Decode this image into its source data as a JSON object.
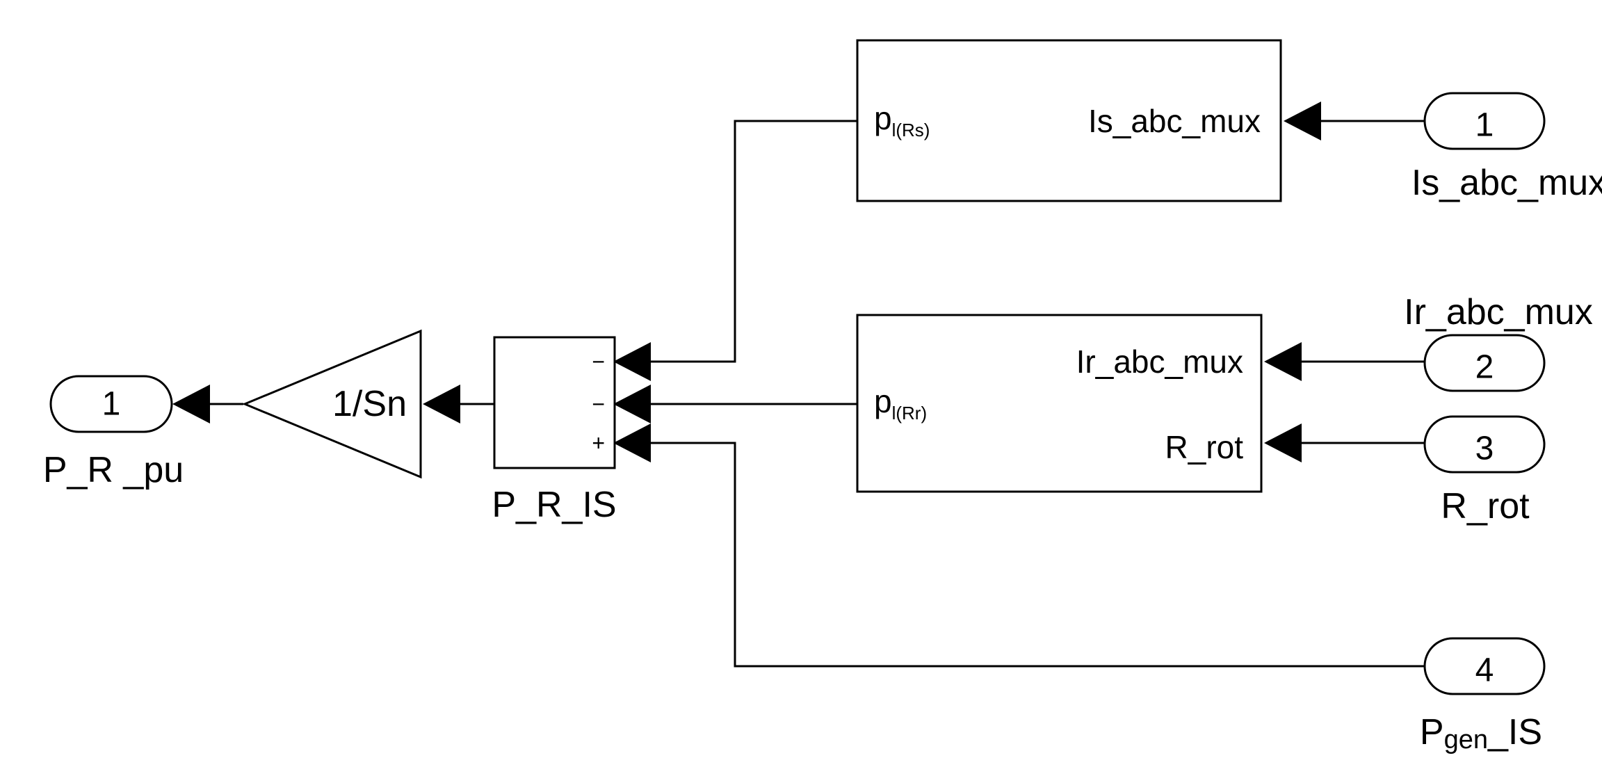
{
  "outport": {
    "number": "1",
    "name": "P_R _pu"
  },
  "gain": {
    "label": "1/Sn"
  },
  "sum": {
    "name": "P_R_IS",
    "signs": [
      "−",
      "−",
      "+"
    ]
  },
  "block_rs": {
    "in_label": "Is_abc_mux",
    "out_label_main": "p",
    "out_label_sub": "l(Rs)"
  },
  "block_rr": {
    "in_label_1": "Ir_abc_mux",
    "in_label_2": "R_rot",
    "out_label_main": "p",
    "out_label_sub": "l(Rr)"
  },
  "inports": [
    {
      "number": "1",
      "name": "Is_abc_mux"
    },
    {
      "number": "2",
      "name": "Ir_abc_mux"
    },
    {
      "number": "3",
      "name": "R_rot"
    },
    {
      "number": "4",
      "name_main": "P",
      "name_sub": "gen",
      "name_rest": "_IS"
    }
  ]
}
